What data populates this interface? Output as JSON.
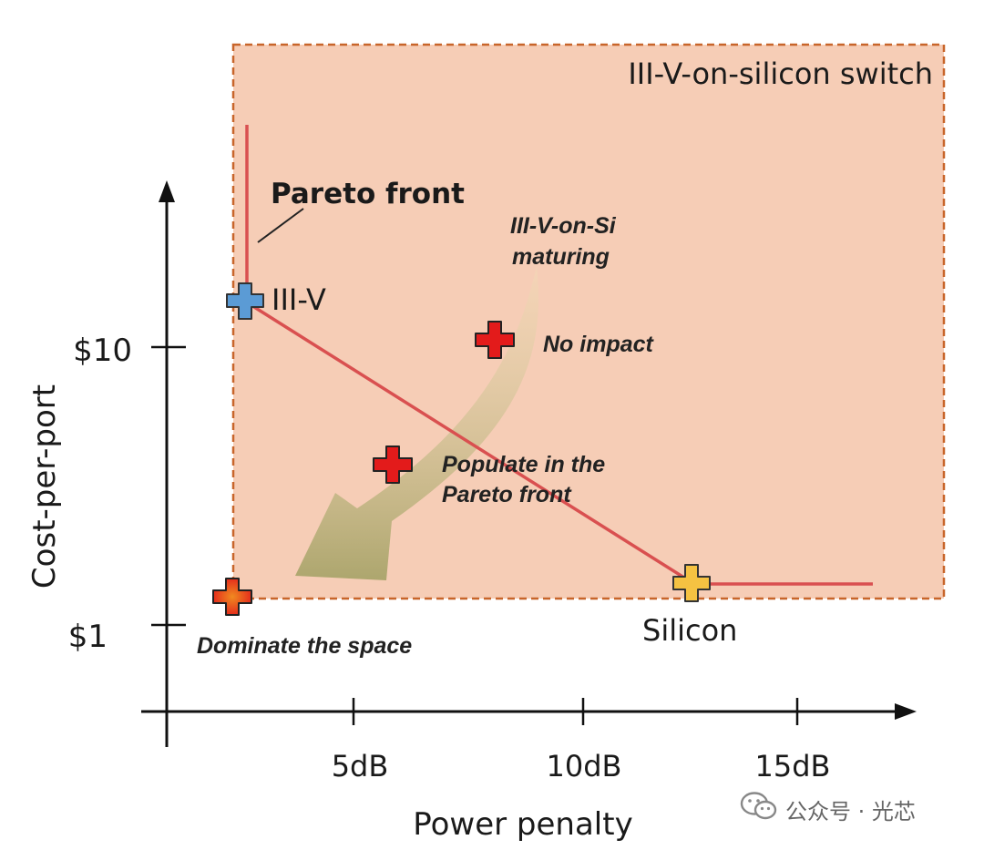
{
  "diagram": {
    "region_label": "III-V-on-silicon switch",
    "y_axis_label": "Cost-per-port",
    "x_axis_label": "Power penalty",
    "y_ticks": [
      "$10",
      "$1"
    ],
    "x_ticks": [
      "5dB",
      "10dB",
      "15dB"
    ],
    "pareto_label": "Pareto front",
    "arrow_label_line1": "III-V-on-Si",
    "arrow_label_line2": "maturing",
    "points": {
      "iiiv": "III-V",
      "silicon": "Silicon",
      "no_impact": "No impact",
      "populate_line1": "Populate in the",
      "populate_line2": "Pareto front",
      "dominate": "Dominate the space"
    },
    "colors": {
      "region_fill": "#f6cdb6",
      "region_border": "#c8652a",
      "pareto_line": "#d95050",
      "arrow_fill": "#bdb07a",
      "marker_red": "#e31b1b",
      "marker_blue": "#5b9bd5",
      "marker_yellow": "#f5c242"
    }
  },
  "watermark": {
    "text": "公众号 · 光芯",
    "icon": "wechat-icon"
  }
}
